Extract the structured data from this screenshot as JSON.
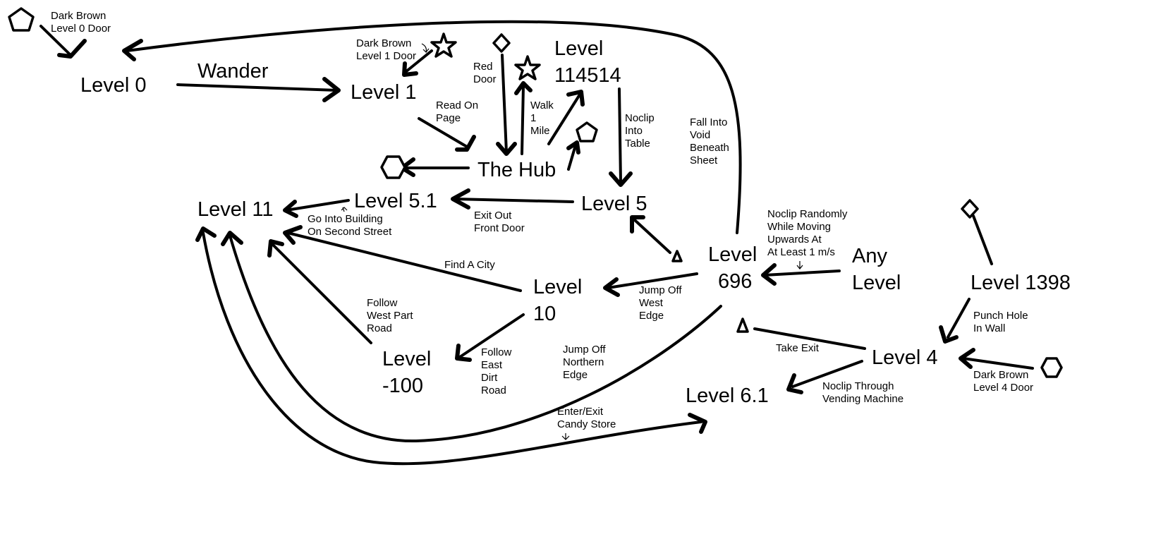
{
  "diagram": {
    "nodes": {
      "level0": "Level 0",
      "level1": "Level 1",
      "hub": "The Hub",
      "level114514": [
        "Level",
        "114514"
      ],
      "level5": "Level 5",
      "level51": "Level 5.1",
      "level11": "Level 11",
      "level10": [
        "Level",
        "10"
      ],
      "levelm100": [
        "Level",
        "-100"
      ],
      "level696": [
        "Level",
        "696"
      ],
      "anyLevel": [
        "Any",
        "Level"
      ],
      "level1398": "Level 1398",
      "level4": "Level 4",
      "level61": "Level 6.1"
    },
    "labels": {
      "darkBrownL0": [
        "Dark Brown",
        "Level 0 Door"
      ],
      "wander": "Wander",
      "darkBrownL1": [
        "Dark Brown",
        "Level 1 Door"
      ],
      "redDoor": [
        "Red",
        "Door"
      ],
      "readOnPage": [
        "Read On",
        "Page"
      ],
      "walk1Mile": [
        "Walk",
        "1",
        "Mile"
      ],
      "noclipTable": [
        "Noclip",
        "Into",
        "Table"
      ],
      "fallVoid": [
        "Fall Into",
        "Void",
        "Beneath",
        "Sheet"
      ],
      "goBuilding": [
        "Go Into Building",
        "On Second Street"
      ],
      "exitFront": [
        "Exit Out",
        "Front Door"
      ],
      "noclipRandom": [
        "Noclip Randomly",
        "While Moving",
        "Upwards At",
        "At Least 1 m/s"
      ],
      "findCity": "Find A City",
      "jumpWest": [
        "Jump Off",
        "West",
        "Edge"
      ],
      "followWest": [
        "Follow",
        "West Part",
        "Road"
      ],
      "followEast": [
        "Follow",
        "East",
        "Dirt",
        "Road"
      ],
      "jumpNorth": [
        "Jump Off",
        "Northern",
        "Edge"
      ],
      "punchHole": [
        "Punch Hole",
        "In Wall"
      ],
      "takeExit": "Take Exit",
      "darkBrownL4": [
        "Dark Brown",
        "Level 4 Door"
      ],
      "noclipVending": [
        "Noclip Through",
        "Vending Machine"
      ],
      "candyStore": [
        "Enter/Exit",
        "Candy Store"
      ]
    },
    "icons": [
      "pentagon-icon",
      "star-icon",
      "diamond-icon",
      "star-icon",
      "pentagon-icon",
      "hexagon-icon",
      "triangle-icon",
      "diamond-icon",
      "triangle-icon",
      "hexagon-icon"
    ],
    "colors": {
      "ink": "#000000",
      "background": "#ffffff"
    }
  }
}
